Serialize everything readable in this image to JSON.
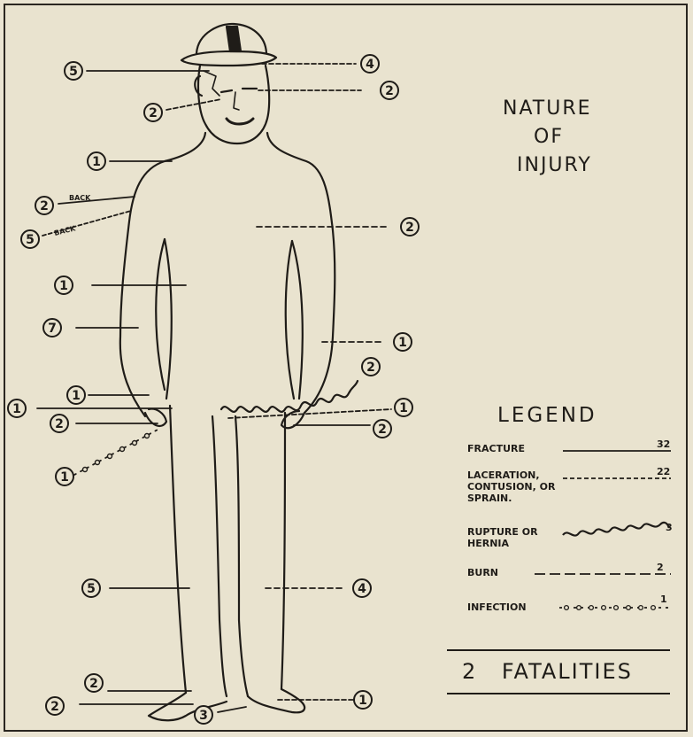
{
  "title": {
    "line1": "NATURE",
    "line2": "OF",
    "line3": "INJURY"
  },
  "back_label": "BACK",
  "callouts": [
    {
      "id": "head-left-upper",
      "value": "5",
      "style": "solid"
    },
    {
      "id": "head-right-upper",
      "value": "4",
      "style": "dashed"
    },
    {
      "id": "head-right-eye",
      "value": "2",
      "style": "dashed"
    },
    {
      "id": "head-left-face",
      "value": "2",
      "style": "dashed"
    },
    {
      "id": "neck-left",
      "value": "1",
      "style": "solid"
    },
    {
      "id": "back-upper",
      "value": "2",
      "style": "solid"
    },
    {
      "id": "back-lower",
      "value": "5",
      "style": "dashed"
    },
    {
      "id": "chest-right",
      "value": "2",
      "style": "dashed"
    },
    {
      "id": "torso-left",
      "value": "1",
      "style": "solid"
    },
    {
      "id": "arm-left",
      "value": "7",
      "style": "solid"
    },
    {
      "id": "arm-right",
      "value": "1",
      "style": "dashed"
    },
    {
      "id": "groin-hernia",
      "value": "2",
      "style": "wavy"
    },
    {
      "id": "forearm-left",
      "value": "1",
      "style": "solid"
    },
    {
      "id": "wrist-left-far",
      "value": "1",
      "style": "solid"
    },
    {
      "id": "hip-right",
      "value": "1",
      "style": "dashed"
    },
    {
      "id": "hand-left",
      "value": "2",
      "style": "solid"
    },
    {
      "id": "hand-right",
      "value": "2",
      "style": "solid"
    },
    {
      "id": "hand-infection",
      "value": "1",
      "style": "infection"
    },
    {
      "id": "leg-left",
      "value": "5",
      "style": "solid"
    },
    {
      "id": "leg-right",
      "value": "4",
      "style": "dashed"
    },
    {
      "id": "ankle-left-upper",
      "value": "2",
      "style": "solid"
    },
    {
      "id": "foot-left",
      "value": "2",
      "style": "solid"
    },
    {
      "id": "foot-right",
      "value": "1",
      "style": "dashed"
    },
    {
      "id": "feet-center",
      "value": "3",
      "style": "solid"
    }
  ],
  "legend": {
    "title": "LEGEND",
    "items": [
      {
        "label_lines": [
          "FRACTURE"
        ],
        "count": "32",
        "style": "solid"
      },
      {
        "label_lines": [
          "LACERATION,",
          "CONTUSION, OR",
          "SPRAIN."
        ],
        "count": "22",
        "style": "dashed"
      },
      {
        "label_lines": [
          "RUPTURE OR",
          "HERNIA"
        ],
        "count": "3",
        "style": "wavy"
      },
      {
        "label_lines": [
          "BURN"
        ],
        "count": "2",
        "style": "longdash"
      },
      {
        "label_lines": [
          "INFECTION"
        ],
        "count": "1",
        "style": "infection"
      }
    ]
  },
  "footer": {
    "count": "2",
    "text": "FATALITIES"
  },
  "colors": {
    "ink": "#1f1c18",
    "paper": "#e9e3cf"
  }
}
